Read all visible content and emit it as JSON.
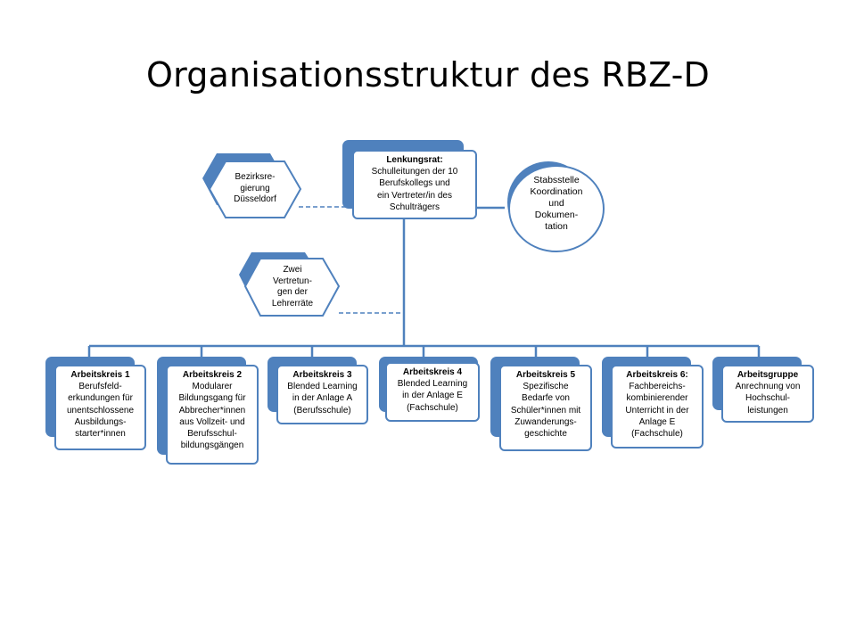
{
  "title": "Organisationsstruktur des RBZ-D",
  "colors": {
    "accent": "#4f81bd",
    "fill": "#ffffff",
    "line": "#4f81bd"
  },
  "lenkungsrat": {
    "heading": "Lenkungsrat:",
    "text": "Schulleitungen der 10\nBerufskollegs und\nein Vertreter/in des\nSchulträgers"
  },
  "bezirksregierung": {
    "text": "Bezirksre-\ngierung\nDüsseldorf"
  },
  "lehrerraete": {
    "text": "Zwei\nVertretun-\ngen der\nLehrerräte"
  },
  "stabsstelle": {
    "text": "Stabsstelle\nKoordination\nund\nDokumen-\ntation"
  },
  "arbeitskreise": [
    {
      "heading": "Arbeitskreis 1",
      "text": "Berufsfeld-\nerkundungen für\nunentschlossene\nAusbildungs-\nstarter*innen"
    },
    {
      "heading": "Arbeitskreis 2",
      "text": "Modularer\nBildungsgang für\nAbbrecher*innen\naus Vollzeit- und\nBerufsschul-\nbildungsgängen"
    },
    {
      "heading": "Arbeitskreis 3",
      "text": "Blended Learning\nin der Anlage A\n(Berufsschule)"
    },
    {
      "heading": "Arbeitskreis 4",
      "text": "Blended Learning\nin der Anlage E\n(Fachschule)"
    },
    {
      "heading": "Arbeitskreis 5",
      "text": "Spezifische\nBedarfe von\nSchüler*innen mit\nZuwanderungs-\ngeschichte"
    },
    {
      "heading": "Arbeitskreis 6:",
      "text": "Fachbereichs-\nkombinierender\nUnterricht in der\nAnlage E\n(Fachschule)"
    },
    {
      "heading": "Arbeitsgruppe",
      "text": "Anrechnung von\nHochschul-\nleistungen"
    }
  ]
}
